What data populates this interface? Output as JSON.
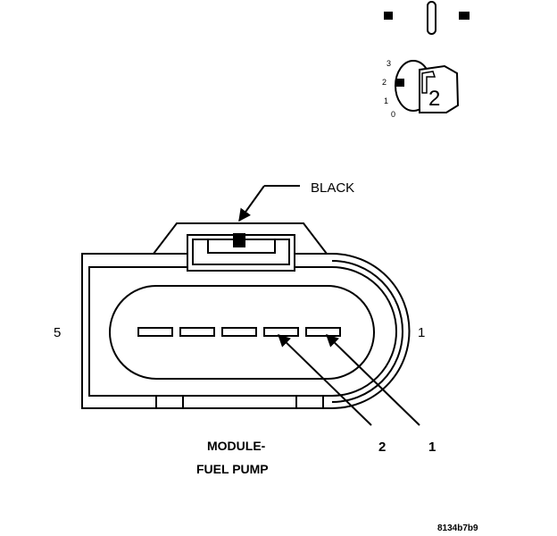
{
  "diagram": {
    "color_label": "BLACK",
    "end_pin_left": "5",
    "end_pin_right": "1",
    "callout_pins": [
      "2",
      "1"
    ],
    "caption_line1": "MODULE-",
    "caption_line2": "FUEL PUMP",
    "figure_id": "8134b7b9"
  },
  "locator": {
    "scale_labels": [
      "3",
      "2",
      "1",
      "0"
    ],
    "position": "2"
  },
  "colors": {
    "ink": "#000000",
    "paper": "#ffffff"
  }
}
